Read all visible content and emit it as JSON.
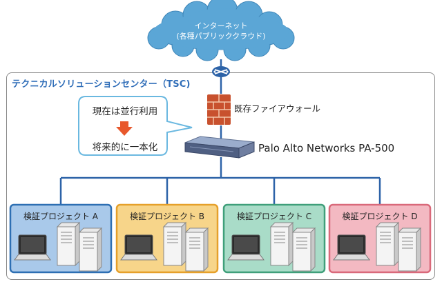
{
  "cloud": {
    "line1": "インターネット",
    "line2": "(各種パブリッククラウド)",
    "color": "#5ba6d6"
  },
  "tsc": {
    "title": "テクニカルソリューションセンター（TSC)"
  },
  "callout": {
    "current": "現在は並行利用",
    "future": "将来的に一本化",
    "arrow_color": "#e8582c",
    "border_color": "#6ab8e0"
  },
  "firewall": {
    "label": "既存ファイアウォール"
  },
  "paloalto": {
    "label": "Palo Alto Networks PA-500"
  },
  "projects": [
    {
      "label": "検証プロジェクト A",
      "fill": "#a9c9ea",
      "border": "#2d6fb3"
    },
    {
      "label": "検証プロジェクト B",
      "fill": "#f7d58a",
      "border": "#e6a02a"
    },
    {
      "label": "検証プロジェクト C",
      "fill": "#a9dcc8",
      "border": "#3f9f7a"
    },
    {
      "label": "検証プロジェクト D",
      "fill": "#f3b9c2",
      "border": "#d9697a"
    }
  ],
  "line_color": "#2d63a8"
}
